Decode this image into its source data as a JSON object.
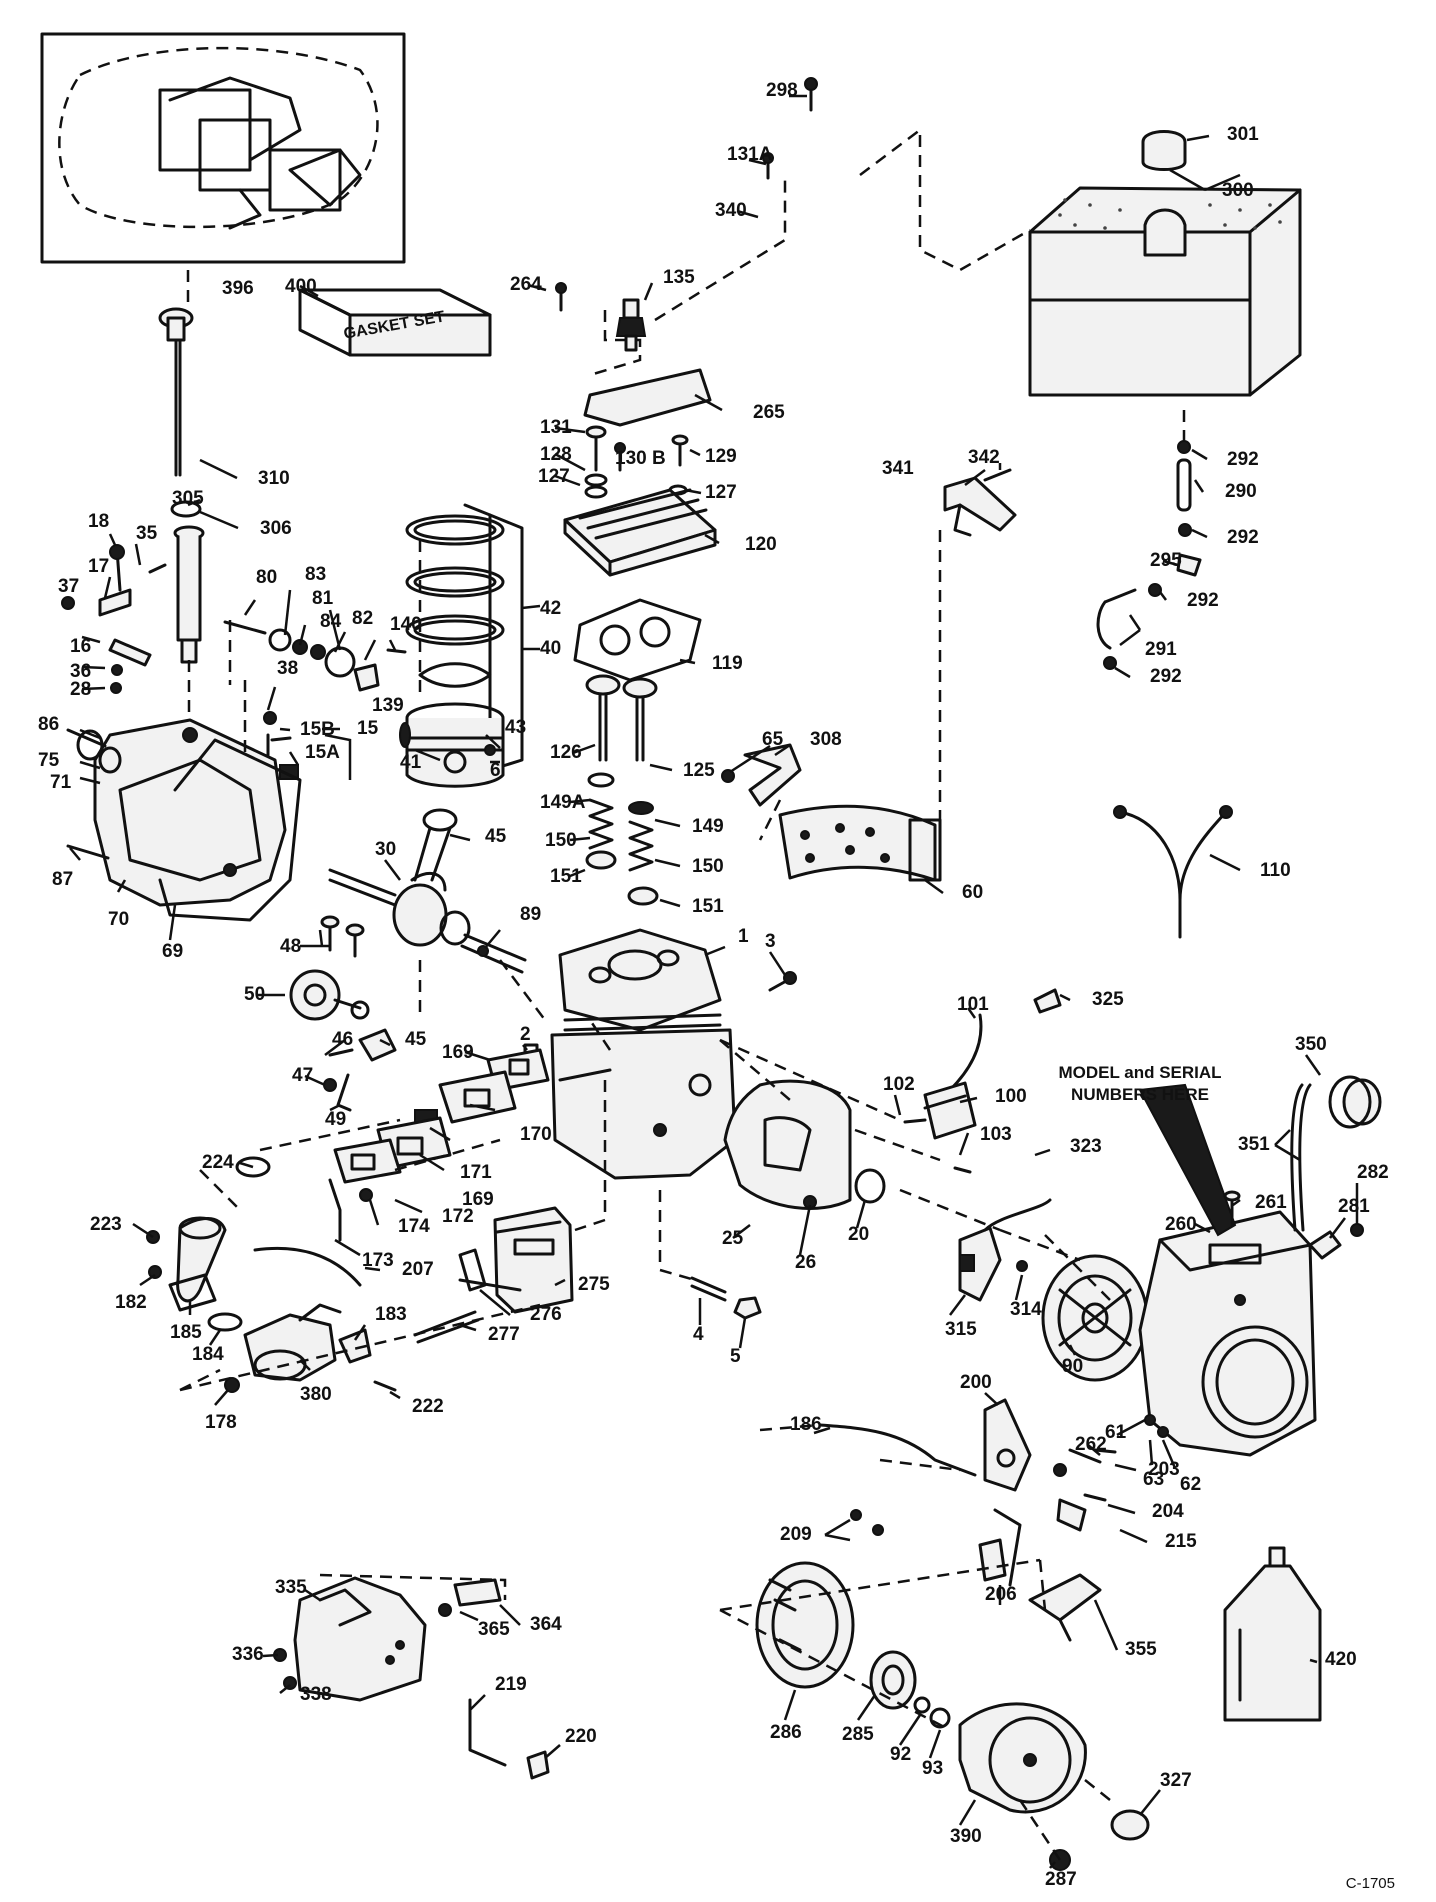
{
  "note": {
    "line1": "MODEL and SERIAL",
    "line2": "NUMBERS HERE"
  },
  "figure_code": "C-1705",
  "gasket_box_text": "GASKET SET",
  "callouts": [
    {
      "id": "c-298",
      "text": "298"
    },
    {
      "id": "c-131a",
      "text": "131A"
    },
    {
      "id": "c-340",
      "text": "340"
    },
    {
      "id": "c-301",
      "text": "301"
    },
    {
      "id": "c-300",
      "text": "300"
    },
    {
      "id": "c-396",
      "text": "396"
    },
    {
      "id": "c-400",
      "text": "400"
    },
    {
      "id": "c-264",
      "text": "264"
    },
    {
      "id": "c-135",
      "text": "135"
    },
    {
      "id": "c-265",
      "text": "265"
    },
    {
      "id": "c-131",
      "text": "131"
    },
    {
      "id": "c-128",
      "text": "128"
    },
    {
      "id": "c-130b",
      "text": "130 B"
    },
    {
      "id": "c-129",
      "text": "129"
    },
    {
      "id": "c-127a",
      "text": "127"
    },
    {
      "id": "c-127b",
      "text": "127"
    },
    {
      "id": "c-120",
      "text": "120"
    },
    {
      "id": "c-310",
      "text": "310"
    },
    {
      "id": "c-305",
      "text": "305"
    },
    {
      "id": "c-306",
      "text": "306"
    },
    {
      "id": "c-18",
      "text": "18"
    },
    {
      "id": "c-35",
      "text": "35"
    },
    {
      "id": "c-17",
      "text": "17"
    },
    {
      "id": "c-37",
      "text": "37"
    },
    {
      "id": "c-16",
      "text": "16"
    },
    {
      "id": "c-36",
      "text": "36"
    },
    {
      "id": "c-28",
      "text": "28"
    },
    {
      "id": "c-80",
      "text": "80"
    },
    {
      "id": "c-83",
      "text": "83"
    },
    {
      "id": "c-81",
      "text": "81"
    },
    {
      "id": "c-84",
      "text": "84"
    },
    {
      "id": "c-82",
      "text": "82"
    },
    {
      "id": "c-140",
      "text": "140"
    },
    {
      "id": "c-139",
      "text": "139"
    },
    {
      "id": "c-42",
      "text": "42"
    },
    {
      "id": "c-40",
      "text": "40"
    },
    {
      "id": "c-119",
      "text": "119"
    },
    {
      "id": "c-38",
      "text": "38"
    },
    {
      "id": "c-15b",
      "text": "15B"
    },
    {
      "id": "c-15",
      "text": "15"
    },
    {
      "id": "c-15a",
      "text": "15A"
    },
    {
      "id": "c-86",
      "text": "86"
    },
    {
      "id": "c-75",
      "text": "75"
    },
    {
      "id": "c-71",
      "text": "71"
    },
    {
      "id": "c-41",
      "text": "41"
    },
    {
      "id": "c-43",
      "text": "43"
    },
    {
      "id": "c-6",
      "text": "6"
    },
    {
      "id": "c-126",
      "text": "126"
    },
    {
      "id": "c-125",
      "text": "125"
    },
    {
      "id": "c-149a",
      "text": "149A"
    },
    {
      "id": "c-149",
      "text": "149"
    },
    {
      "id": "c-150a",
      "text": "150"
    },
    {
      "id": "c-150b",
      "text": "150"
    },
    {
      "id": "c-151a",
      "text": "151"
    },
    {
      "id": "c-151b",
      "text": "151"
    },
    {
      "id": "c-65",
      "text": "65"
    },
    {
      "id": "c-308",
      "text": "308"
    },
    {
      "id": "c-60",
      "text": "60"
    },
    {
      "id": "c-341",
      "text": "341"
    },
    {
      "id": "c-342",
      "text": "342"
    },
    {
      "id": "c-292a",
      "text": "292"
    },
    {
      "id": "c-290",
      "text": "290"
    },
    {
      "id": "c-292b",
      "text": "292"
    },
    {
      "id": "c-295",
      "text": "295"
    },
    {
      "id": "c-292c",
      "text": "292"
    },
    {
      "id": "c-291",
      "text": "291"
    },
    {
      "id": "c-292d",
      "text": "292"
    },
    {
      "id": "c-110",
      "text": "110"
    },
    {
      "id": "c-87",
      "text": "87"
    },
    {
      "id": "c-70",
      "text": "70"
    },
    {
      "id": "c-69",
      "text": "69"
    },
    {
      "id": "c-30",
      "text": "30"
    },
    {
      "id": "c-45a",
      "text": "45"
    },
    {
      "id": "c-48",
      "text": "48"
    },
    {
      "id": "c-89",
      "text": "89"
    },
    {
      "id": "c-1",
      "text": "1"
    },
    {
      "id": "c-3",
      "text": "3"
    },
    {
      "id": "c-325",
      "text": "325"
    },
    {
      "id": "c-50",
      "text": "50"
    },
    {
      "id": "c-46",
      "text": "46"
    },
    {
      "id": "c-45b",
      "text": "45"
    },
    {
      "id": "c-47",
      "text": "47"
    },
    {
      "id": "c-49",
      "text": "49"
    },
    {
      "id": "c-169a",
      "text": "169"
    },
    {
      "id": "c-2",
      "text": "2"
    },
    {
      "id": "c-101",
      "text": "101"
    },
    {
      "id": "c-102",
      "text": "102"
    },
    {
      "id": "c-100",
      "text": "100"
    },
    {
      "id": "c-103",
      "text": "103"
    },
    {
      "id": "c-350",
      "text": "350"
    },
    {
      "id": "c-170",
      "text": "170"
    },
    {
      "id": "c-171",
      "text": "171"
    },
    {
      "id": "c-169b",
      "text": "169"
    },
    {
      "id": "c-172",
      "text": "172"
    },
    {
      "id": "c-174",
      "text": "174"
    },
    {
      "id": "c-173",
      "text": "173"
    },
    {
      "id": "c-224",
      "text": "224"
    },
    {
      "id": "c-223",
      "text": "223"
    },
    {
      "id": "c-25",
      "text": "25"
    },
    {
      "id": "c-26",
      "text": "26"
    },
    {
      "id": "c-20",
      "text": "20"
    },
    {
      "id": "c-323",
      "text": "323"
    },
    {
      "id": "c-351",
      "text": "351"
    },
    {
      "id": "c-282",
      "text": "282"
    },
    {
      "id": "c-261",
      "text": "261"
    },
    {
      "id": "c-281",
      "text": "281"
    },
    {
      "id": "c-260",
      "text": "260"
    },
    {
      "id": "c-207",
      "text": "207"
    },
    {
      "id": "c-275",
      "text": "275"
    },
    {
      "id": "c-182",
      "text": "182"
    },
    {
      "id": "c-185",
      "text": "185"
    },
    {
      "id": "c-183",
      "text": "183"
    },
    {
      "id": "c-276",
      "text": "276"
    },
    {
      "id": "c-277",
      "text": "277"
    },
    {
      "id": "c-184",
      "text": "184"
    },
    {
      "id": "c-4",
      "text": "4"
    },
    {
      "id": "c-5",
      "text": "5"
    },
    {
      "id": "c-315",
      "text": "315"
    },
    {
      "id": "c-314",
      "text": "314"
    },
    {
      "id": "c-90",
      "text": "90"
    },
    {
      "id": "c-380",
      "text": "380"
    },
    {
      "id": "c-222",
      "text": "222"
    },
    {
      "id": "c-178",
      "text": "178"
    },
    {
      "id": "c-200",
      "text": "200"
    },
    {
      "id": "c-186",
      "text": "186"
    },
    {
      "id": "c-61",
      "text": "61"
    },
    {
      "id": "c-262",
      "text": "262"
    },
    {
      "id": "c-203",
      "text": "203"
    },
    {
      "id": "c-63",
      "text": "63"
    },
    {
      "id": "c-62",
      "text": "62"
    },
    {
      "id": "c-209",
      "text": "209"
    },
    {
      "id": "c-204",
      "text": "204"
    },
    {
      "id": "c-215",
      "text": "215"
    },
    {
      "id": "c-206",
      "text": "206"
    },
    {
      "id": "c-335",
      "text": "335"
    },
    {
      "id": "c-365",
      "text": "365"
    },
    {
      "id": "c-364",
      "text": "364"
    },
    {
      "id": "c-355",
      "text": "355"
    },
    {
      "id": "c-420",
      "text": "420"
    },
    {
      "id": "c-336",
      "text": "336"
    },
    {
      "id": "c-338",
      "text": "338"
    },
    {
      "id": "c-219",
      "text": "219"
    },
    {
      "id": "c-220",
      "text": "220"
    },
    {
      "id": "c-286",
      "text": "286"
    },
    {
      "id": "c-285",
      "text": "285"
    },
    {
      "id": "c-92",
      "text": "92"
    },
    {
      "id": "c-93",
      "text": "93"
    },
    {
      "id": "c-327",
      "text": "327"
    },
    {
      "id": "c-390",
      "text": "390"
    },
    {
      "id": "c-287",
      "text": "287"
    }
  ]
}
